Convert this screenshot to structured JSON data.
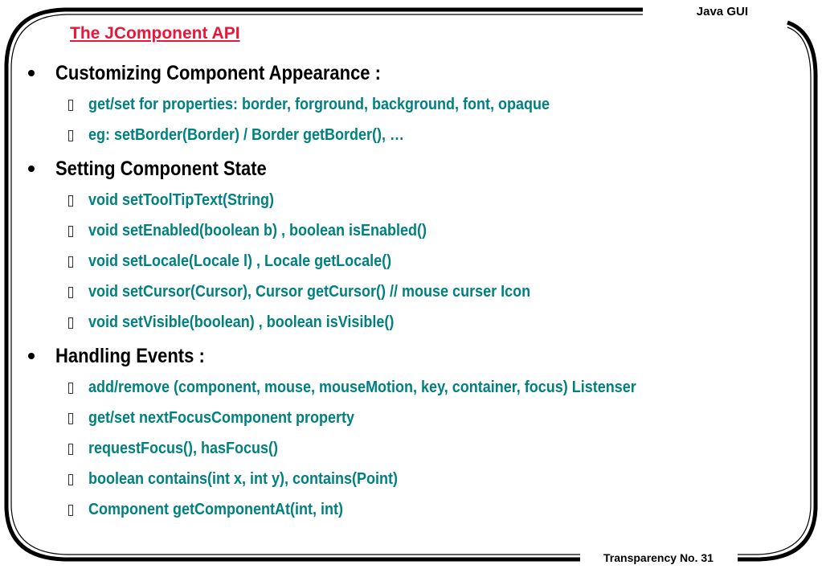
{
  "header": {
    "label": "Java GUI"
  },
  "footer": {
    "label": "Transparency No. 31"
  },
  "slide": {
    "title": "The JComponent API"
  },
  "colors": {
    "title": "#e8173a",
    "subitem": "#008080",
    "text": "#000000"
  },
  "sections": [
    {
      "heading": "Customizing Component Appearance :",
      "items": [
        "get/set for properties: border, forground, background, font, opaque",
        "eg: setBorder(Border) / Border getBorder(), …"
      ]
    },
    {
      "heading": "Setting Component State",
      "items": [
        "void setToolTipText(String)",
        "void setEnabled(boolean b) ,  boolean isEnabled()",
        "void setLocale(Locale l) ,    Locale getLocale()",
        "void setCursor(Cursor),    Cursor getCursor()   // mouse curser Icon",
        "void setVisible(boolean) ,    boolean isVisible()"
      ]
    },
    {
      "heading": "Handling Events :",
      "items": [
        "add/remove (component, mouse, mouseMotion, key,  container, focus) Listenser",
        "get/set nextFocusComponent property",
        "requestFocus(), hasFocus()",
        "boolean contains(int x, int y), contains(Point)",
        "Component getComponentAt(int, int)"
      ]
    }
  ]
}
